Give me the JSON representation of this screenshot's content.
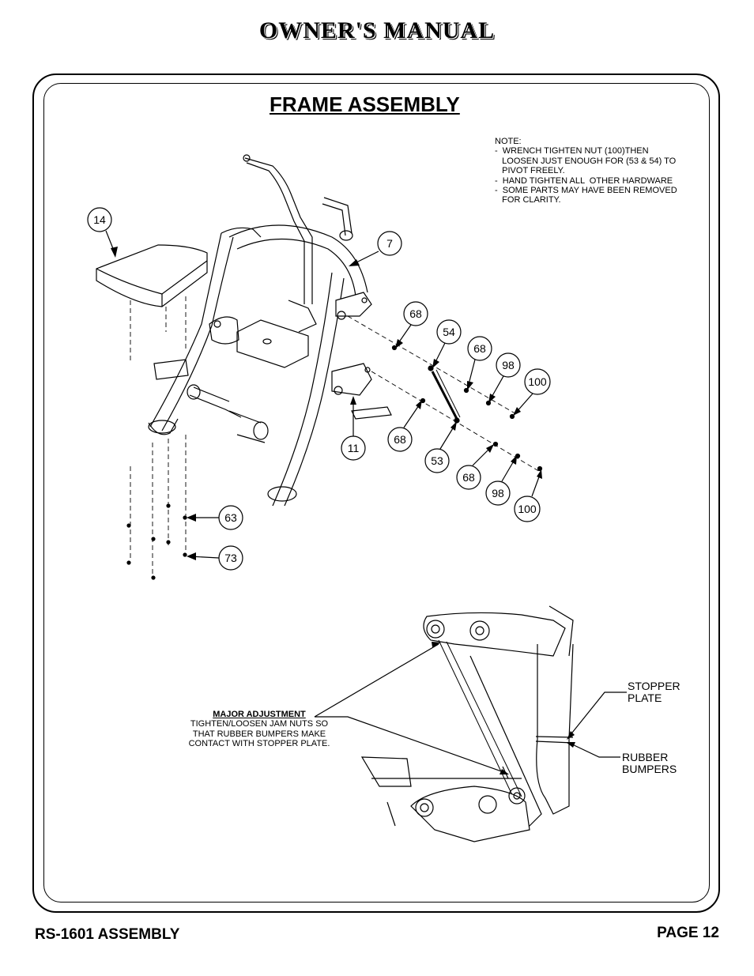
{
  "header": {
    "title": "OWNER'S MANUAL"
  },
  "section": {
    "title": "FRAME ASSEMBLY"
  },
  "note": {
    "text": "NOTE:\n-  WRENCH TIGHTEN NUT (100)THEN\n   LOOSEN JUST ENOUGH FOR (53 & 54) TO\n   PIVOT FREELY.\n-  HAND TIGHTEN ALL  OTHER HARDWARE\n-  SOME PARTS MAY HAVE BEEN REMOVED\n   FOR CLARITY."
  },
  "callouts": {
    "c14": "14",
    "c7": "7",
    "c68a": "68",
    "c54": "54",
    "c68b": "68",
    "c98a": "98",
    "c100a": "100",
    "c11": "11",
    "c68c": "68",
    "c53": "53",
    "c68d": "68",
    "c98b": "98",
    "c100b": "100",
    "c63": "63",
    "c73": "73"
  },
  "detail": {
    "stopper_plate": "STOPPER\nPLATE",
    "rubber_bumpers": "RUBBER\nBUMPERS",
    "major_adjustment_title": "MAJOR ADJUSTMENT",
    "major_adjustment_text": "TIGHTEN/LOOSEN JAM NUTS SO THAT RUBBER BUMPERS MAKE CONTACT WITH STOPPER PLATE."
  },
  "footer": {
    "left": "RS-1601 ASSEMBLY",
    "right": "PAGE 12"
  }
}
